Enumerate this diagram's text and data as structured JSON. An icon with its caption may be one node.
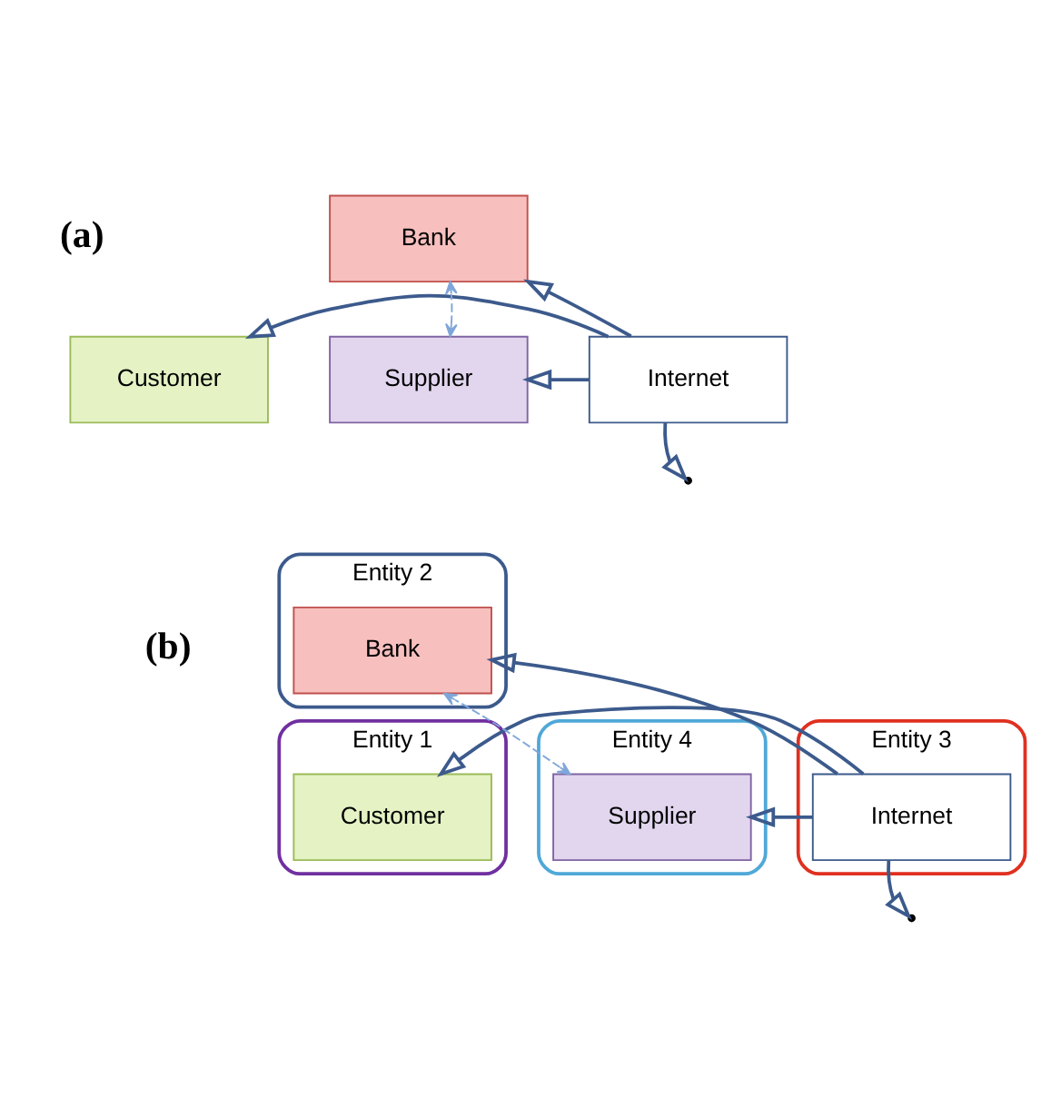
{
  "diagram": {
    "nodes": [
      {
        "text": [
          "Bank"
        ]
      },
      {
        "text": [
          "Customer"
        ]
      },
      {
        "text": [
          "Internet"
        ]
      },
      {
        "text": [
          "Supplier"
        ]
      },
      {
        "text": [
          "Entity 2"
        ]
      },
      {
        "text": [
          "Bank"
        ],
        "in": 4
      },
      {
        "text": [
          "Entity 1"
        ]
      },
      {
        "text": [
          "Customer"
        ],
        "in": 6
      },
      {
        "text": [
          "Entity 3"
        ]
      },
      {
        "text": [
          "Internet"
        ],
        "in": 8
      },
      {
        "text": [
          "Entity 4"
        ]
      },
      {
        "text": [
          "Supplier"
        ],
        "in": 10
      }
    ],
    "edges": [
      {
        "from": 2,
        "to": 0,
        "arrow": "to"
      },
      {
        "from": 2,
        "to": 1,
        "arrow": "to"
      },
      {
        "from": 2,
        "to": 3,
        "arrow": "to"
      },
      {
        "from": 2,
        "to": null,
        "arrow": "to"
      },
      {
        "from": 3,
        "to": 0,
        "arrow": "both",
        "style": "dashed",
        "color": "#7fa6d9"
      },
      {
        "from": 9,
        "to": 5,
        "arrow": "to"
      },
      {
        "from": 9,
        "to": 7,
        "arrow": "to"
      },
      {
        "from": 9,
        "to": 11,
        "arrow": "to"
      },
      {
        "from": 9,
        "to": null,
        "arrow": "to"
      },
      {
        "from": 11,
        "to": 5,
        "arrow": "both",
        "style": "dashed",
        "color": "#7fa6d9"
      }
    ],
    "labels": [
      "(a)",
      "(b)"
    ]
  }
}
